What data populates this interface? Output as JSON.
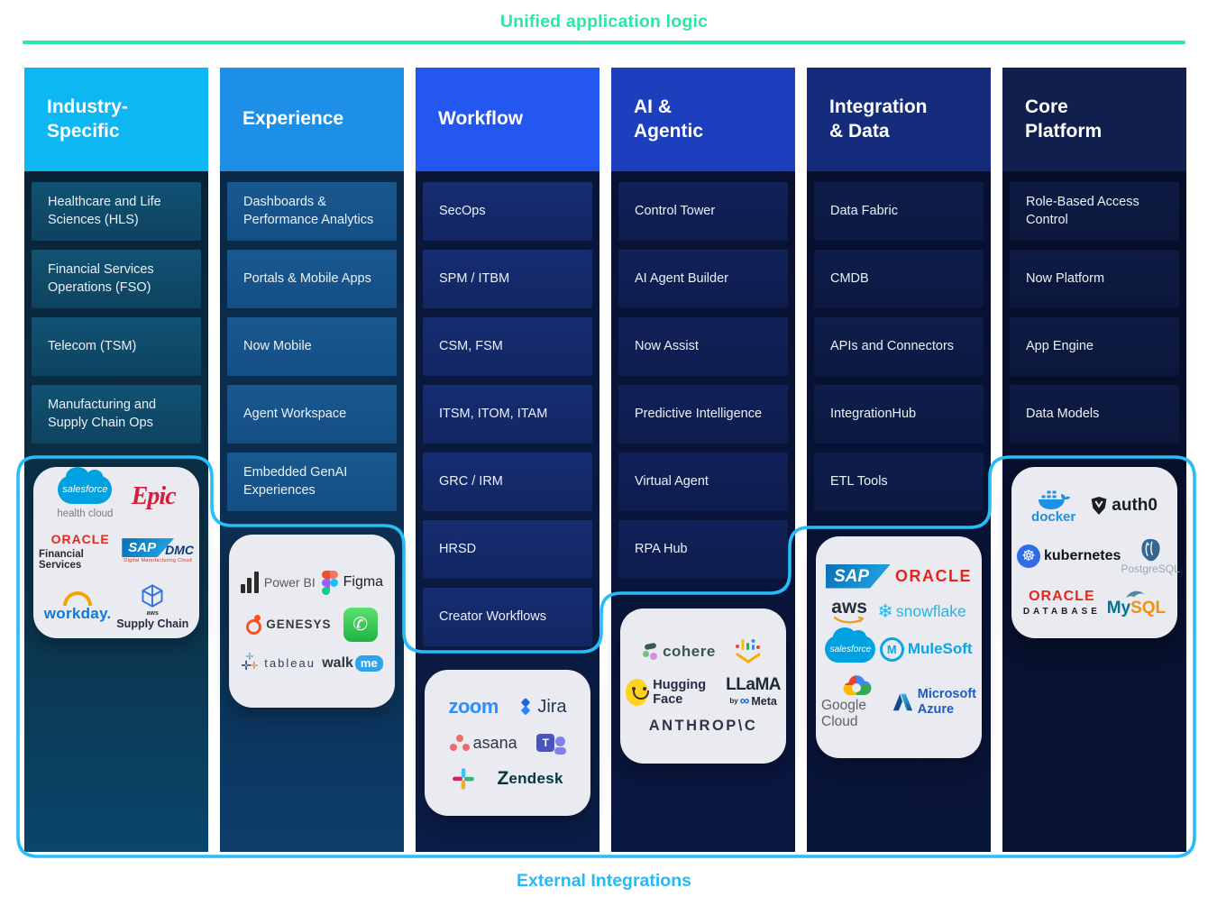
{
  "labels": {
    "top": "Unified application logic",
    "bottom": "External Integrations"
  },
  "colors": {
    "top_accent": "#2ee6a2",
    "bottom_accent": "#25baf5",
    "header_colors": [
      "#0db7f2",
      "#1e8fe6",
      "#2457ef",
      "#1c3fbd",
      "#152c7c",
      "#101f4e"
    ]
  },
  "columns": [
    {
      "id": "industry-specific",
      "title_lines": [
        "Industry-",
        "Specific"
      ],
      "items": [
        "Healthcare and Life Sciences (HLS)",
        "Financial Services Operations (FSO)",
        "Telecom (TSM)",
        "Manufacturing and Supply Chain Ops"
      ],
      "logos": {
        "salesforce_health": {
          "label": "salesforce",
          "sub": "health cloud"
        },
        "epic": {
          "label": "Epic"
        },
        "oracle_fs": {
          "label": "ORACLE",
          "sub": "Financial Services"
        },
        "sap_dmc": {
          "label": "SAP",
          "label2": "DMC",
          "sub": "Digital Manufacturing Cloud"
        },
        "workday": {
          "label": "workday."
        },
        "aws_supply_chain": {
          "label": "aws",
          "sub": "Supply Chain"
        }
      }
    },
    {
      "id": "experience",
      "title_lines": [
        "Experience"
      ],
      "items": [
        "Dashboards & Performance Analytics",
        "Portals & Mobile Apps",
        "Now Mobile",
        "Agent Workspace",
        "Embedded GenAI Experiences"
      ],
      "logos": {
        "power_bi": {
          "label": "Power BI"
        },
        "figma": {
          "label": "Figma"
        },
        "genesys": {
          "label": "GENESYS"
        },
        "tableau": {
          "label": "tableau"
        },
        "walkme": {
          "label": "walk",
          "label2": "me"
        }
      }
    },
    {
      "id": "workflow",
      "title_lines": [
        "Workflow"
      ],
      "items": [
        "SecOps",
        "SPM / ITBM",
        "CSM, FSM",
        "ITSM, ITOM, ITAM",
        "GRC / IRM",
        "HRSD",
        "Creator Workflows"
      ],
      "logos": {
        "zoom": {
          "label": "zoom"
        },
        "jira": {
          "label": "Jira"
        },
        "asana": {
          "label": "asana"
        },
        "zendesk": {
          "icon_letter": "Z",
          "label": "endesk"
        }
      }
    },
    {
      "id": "ai-agentic",
      "title_lines": [
        "AI &",
        "Agentic"
      ],
      "items": [
        "Control Tower",
        "AI Agent Builder",
        "Now Assist",
        "Predictive Intelligence",
        "Virtual Agent",
        "RPA Hub"
      ],
      "logos": {
        "cohere": {
          "label": "cohere"
        },
        "hugging_face": {
          "label": "Hugging Face"
        },
        "llama_meta": {
          "label": "LLaMA",
          "sub": "by",
          "label2": "Meta"
        },
        "anthropic": {
          "label": "ANTHROP\\C"
        }
      }
    },
    {
      "id": "integration-data",
      "title_lines": [
        "Integration",
        "& Data"
      ],
      "items": [
        "Data Fabric",
        "CMDB",
        "APIs and Connectors",
        "IntegrationHub",
        "ETL Tools"
      ],
      "logos": {
        "sap": {
          "label": "SAP"
        },
        "oracle": {
          "label": "ORACLE"
        },
        "aws": {
          "label": "aws"
        },
        "snowflake": {
          "label": "snowflake"
        },
        "salesforce": {
          "label": "salesforce"
        },
        "mulesoft": {
          "label": "M",
          "label2": "MuleSoft"
        },
        "google_cloud": {
          "label": "Google Cloud"
        },
        "azure": {
          "label": "Microsoft",
          "label2": "Azure"
        }
      }
    },
    {
      "id": "core-platform",
      "title_lines": [
        "Core",
        "Platform"
      ],
      "items": [
        "Role-Based Access Control",
        "Now Platform",
        "App Engine",
        "Data Models"
      ],
      "logos": {
        "docker": {
          "label": "docker"
        },
        "auth0": {
          "label": "auth0"
        },
        "kubernetes": {
          "label": "kubernetes"
        },
        "postgresql": {
          "label": "PostgreSQL"
        },
        "oracle_database": {
          "label": "ORACLE",
          "sub": "DATABASE"
        },
        "mysql": {
          "label": "My",
          "label2": "SQL"
        }
      }
    }
  ]
}
